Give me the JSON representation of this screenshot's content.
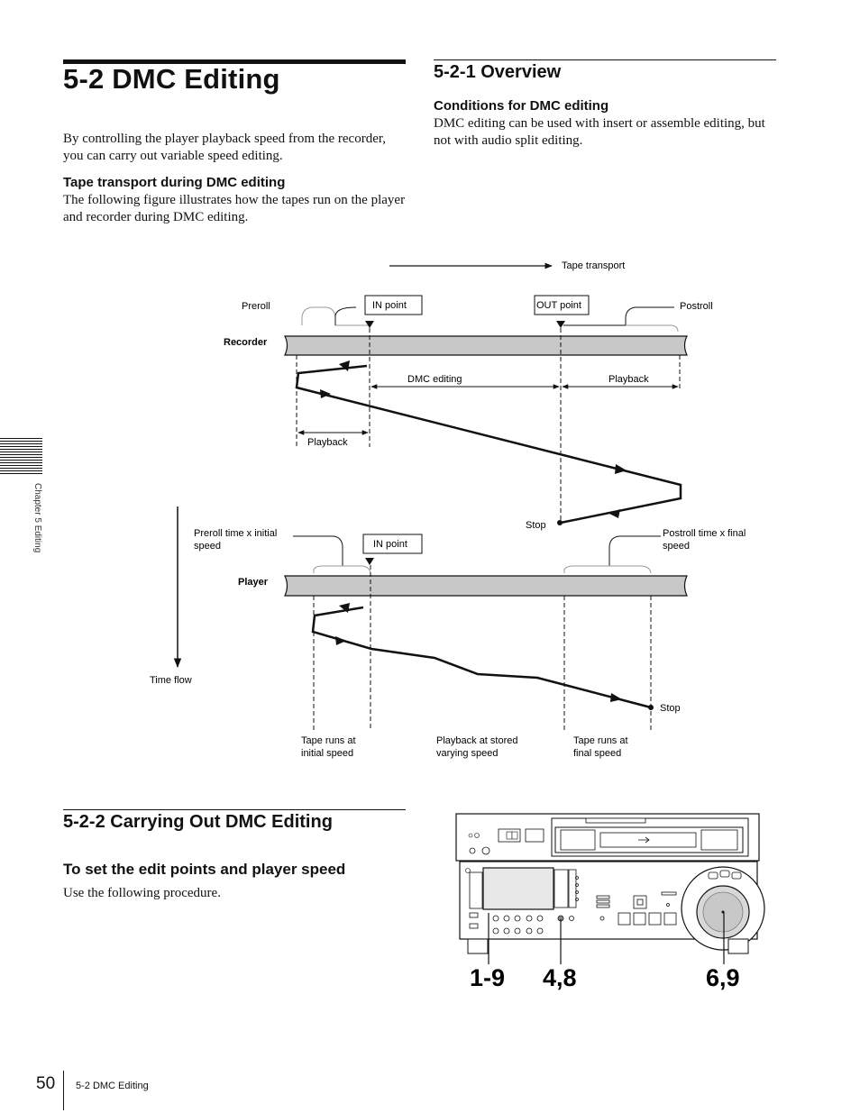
{
  "page": {
    "title": "5-2  DMC Editing",
    "intro": "By controlling the player playback speed from the recorder, you can carry out variable speed editing.",
    "sub1_heading": "Tape transport during DMC editing",
    "sub1_text": "The following figure illustrates how the tapes run on the player and recorder during DMC editing.",
    "overview_heading": "5-2-1  Overview",
    "cond_heading": "Conditions for DMC editing",
    "cond_text": "DMC editing can be used with insert or assemble editing, but not with audio split editing.",
    "carrying_heading": "5-2-2  Carrying Out DMC Editing",
    "set_heading": "To set the edit points and player speed",
    "set_text": "Use the following procedure.",
    "side_tab": "Chapter 5  Editing",
    "page_number": "50",
    "footer": "5-2  DMC Editing"
  },
  "diagram": {
    "tape_transport": "Tape transport",
    "preroll": "Preroll",
    "in_point": "IN point",
    "out_point": "OUT point",
    "postroll": "Postroll",
    "recorder": "Recorder",
    "dmc_editing": "DMC editing",
    "playback_right": "Playback",
    "playback_left": "Playback",
    "stop_recorder": "Stop",
    "preroll_time_1": "Preroll time x initial",
    "preroll_time_2": "speed",
    "in_point_player": "IN point",
    "postroll_time_1": "Postroll time x final",
    "postroll_time_2": "speed",
    "player": "Player",
    "time_flow": "Time flow",
    "stop_player": "Stop",
    "initial_1": "Tape runs at",
    "initial_2": "initial speed",
    "stored_1": "Playback at stored",
    "stored_2": "varying speed",
    "final_1": "Tape runs at",
    "final_2": "final speed"
  },
  "device": {
    "callout_1": "1-9",
    "callout_2": "4,8",
    "callout_3": "6,9"
  }
}
